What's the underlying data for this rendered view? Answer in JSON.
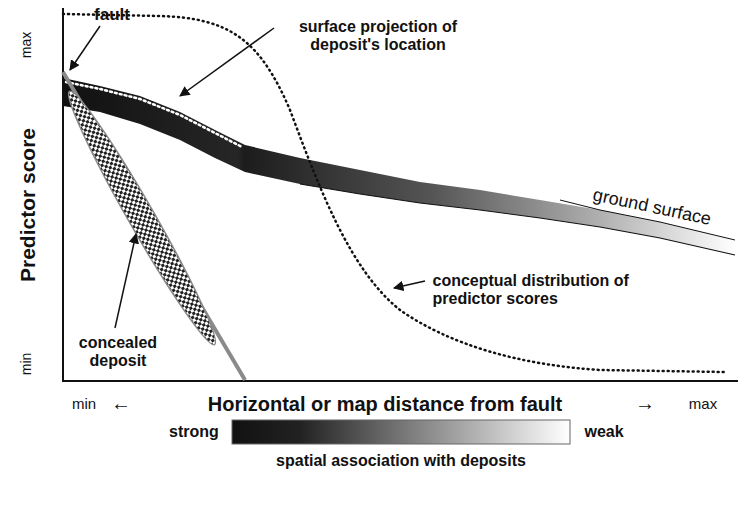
{
  "diagram": {
    "labels": [
      "fault",
      "surface projection of deposit's location",
      "max",
      "Predictor score",
      "ground surface",
      "concealed deposit",
      "conceptual distribution of predictor scores",
      "min",
      "min",
      "←",
      "Horizontal or map distance from fault",
      "→",
      "max",
      "strong",
      "weak",
      "spatial association with deposits"
    ]
  }
}
